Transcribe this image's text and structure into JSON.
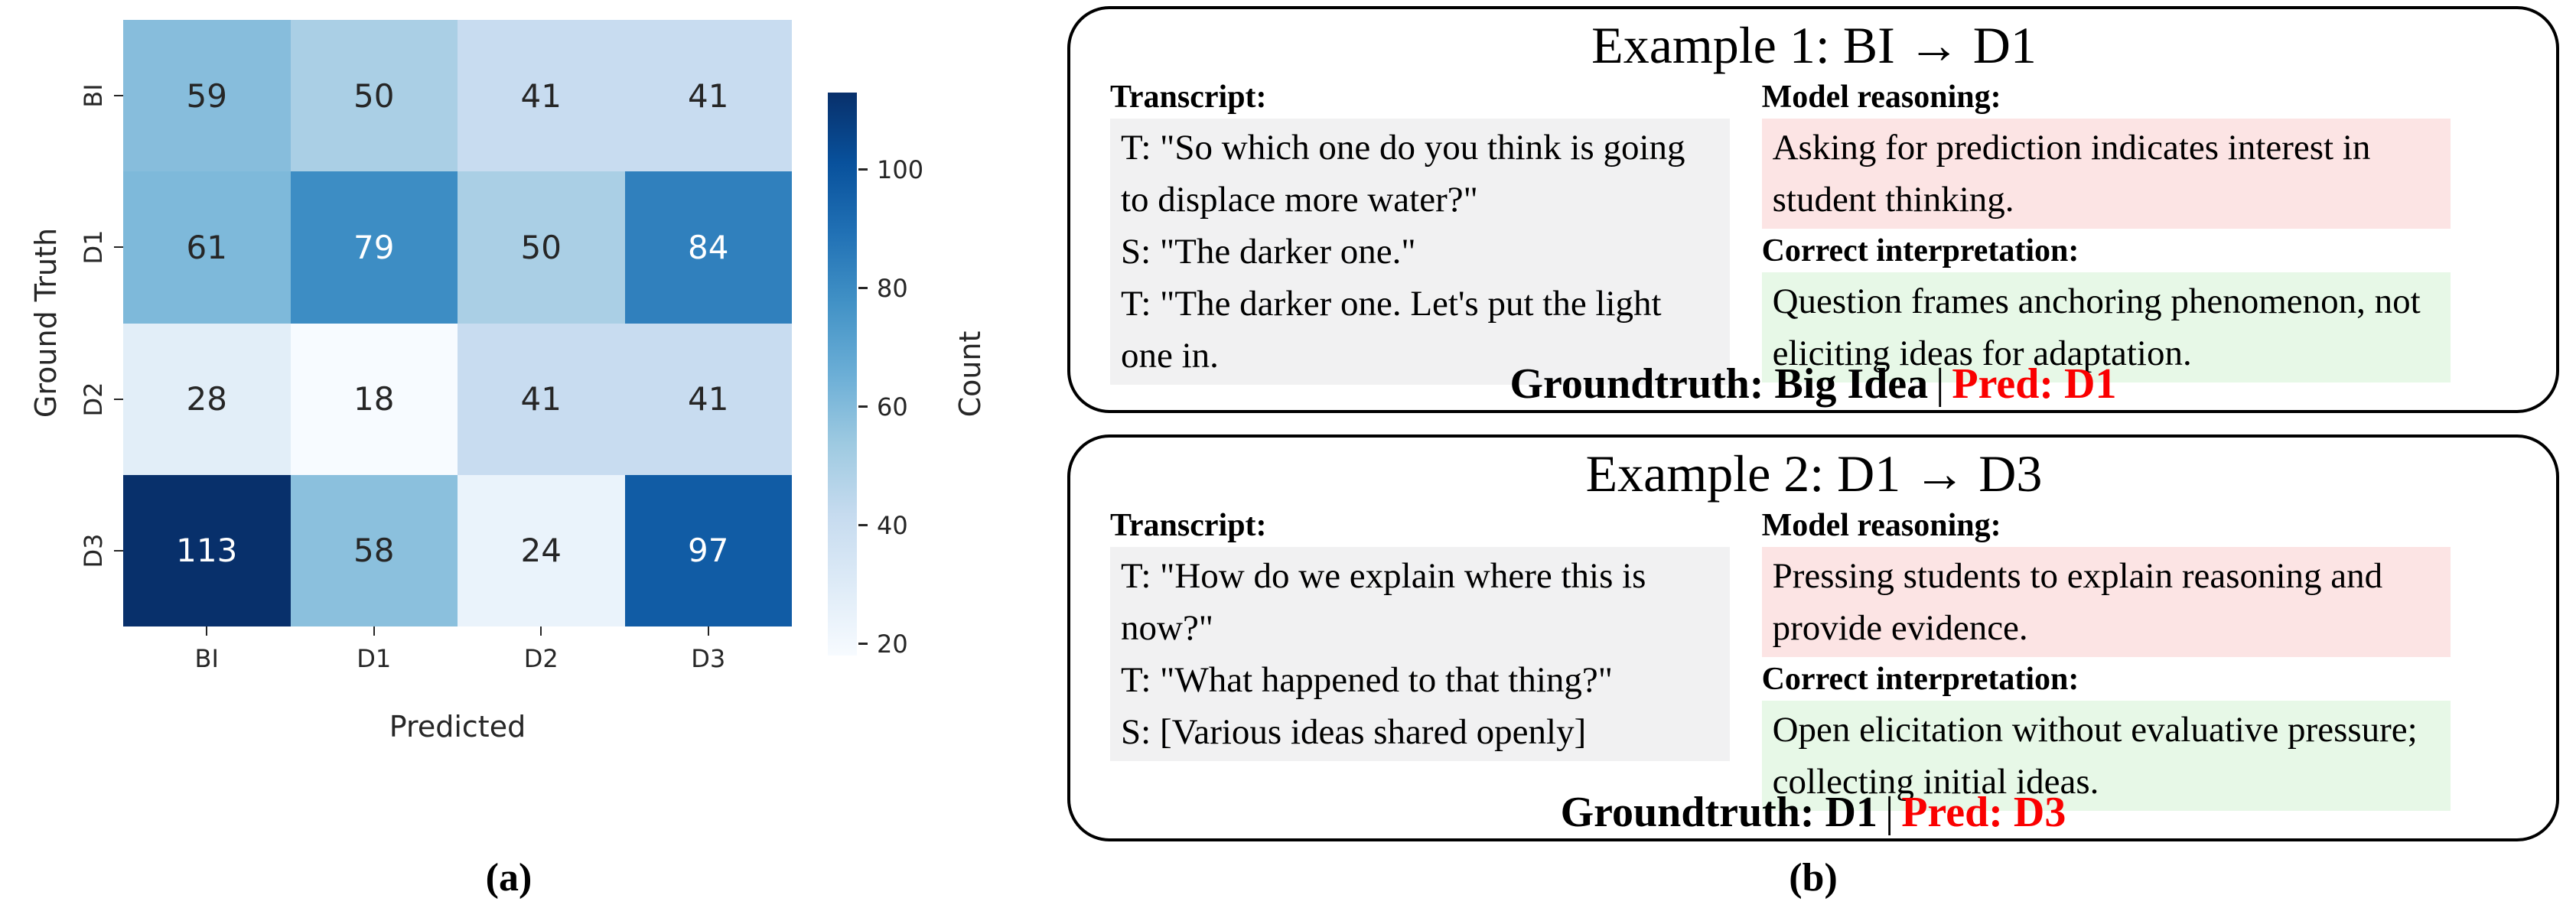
{
  "figure": {
    "caption_a": "(a)",
    "caption_b": "(b)"
  },
  "chart_data": {
    "type": "heatmap",
    "title": "",
    "xlabel": "Predicted",
    "ylabel": "Ground Truth",
    "x_categories": [
      "BI",
      "D1",
      "D2",
      "D3"
    ],
    "y_categories": [
      "BI",
      "D1",
      "D2",
      "D3"
    ],
    "values": [
      [
        59,
        50,
        41,
        41
      ],
      [
        61,
        79,
        50,
        84
      ],
      [
        28,
        18,
        41,
        41
      ],
      [
        113,
        58,
        24,
        97
      ]
    ],
    "colorbar": {
      "label": "Count",
      "ticks": [
        20,
        40,
        60,
        80,
        100
      ],
      "vmin": 18,
      "vmax": 113
    },
    "colormap_name": "Blues",
    "colormap_colors": [
      "#f7fbff",
      "#deebf7",
      "#c6dbef",
      "#9ecae1",
      "#6baed6",
      "#4292c6",
      "#2171b5",
      "#08519c",
      "#08306b"
    ],
    "annotation_dark_color": "#262626",
    "annotation_light_color": "#ffffff",
    "grid": false,
    "legend_position": "right-colorbar"
  },
  "examples": [
    {
      "title": "Example 1: BI → D1",
      "transcript_label": "Transcript:",
      "transcript_lines": [
        "T: \"So which one do you think is going to displace more water?\"",
        "S: \"The darker one.\"",
        "T: \"The darker one. Let's put the light one in."
      ],
      "model_reasoning_label": "Model reasoning:",
      "model_reasoning": "Asking for prediction indicates interest in student thinking.",
      "correct_interpretation_label": "Correct interpretation:",
      "correct_interpretation": "Question frames anchoring phenomenon, not eliciting ideas for adaptation.",
      "groundtruth_label": "Groundtruth: Big Idea",
      "separator": "|",
      "pred_label": "Pred: D1"
    },
    {
      "title": "Example 2: D1 → D3",
      "transcript_label": "Transcript:",
      "transcript_lines": [
        "T: \"How do we explain where this is now?\"",
        "T: \"What happened to that thing?\"",
        "S: [Various ideas shared openly]"
      ],
      "model_reasoning_label": "Model reasoning:",
      "model_reasoning": "Pressing students to explain reasoning and provide evidence.",
      "correct_interpretation_label": "Correct interpretation:",
      "correct_interpretation": "Open elicitation without evaluative pressure; collecting initial ideas.",
      "groundtruth_label": "Groundtruth: D1",
      "separator": "|",
      "pred_label": "Pred: D3"
    }
  ],
  "colors": {
    "transcript_bg": "#f1f1f2",
    "reasoning_bg": "#fce4e4",
    "interpretation_bg": "#e7f8e7",
    "pred_red": "#fa0000",
    "box_border": "#000000"
  }
}
